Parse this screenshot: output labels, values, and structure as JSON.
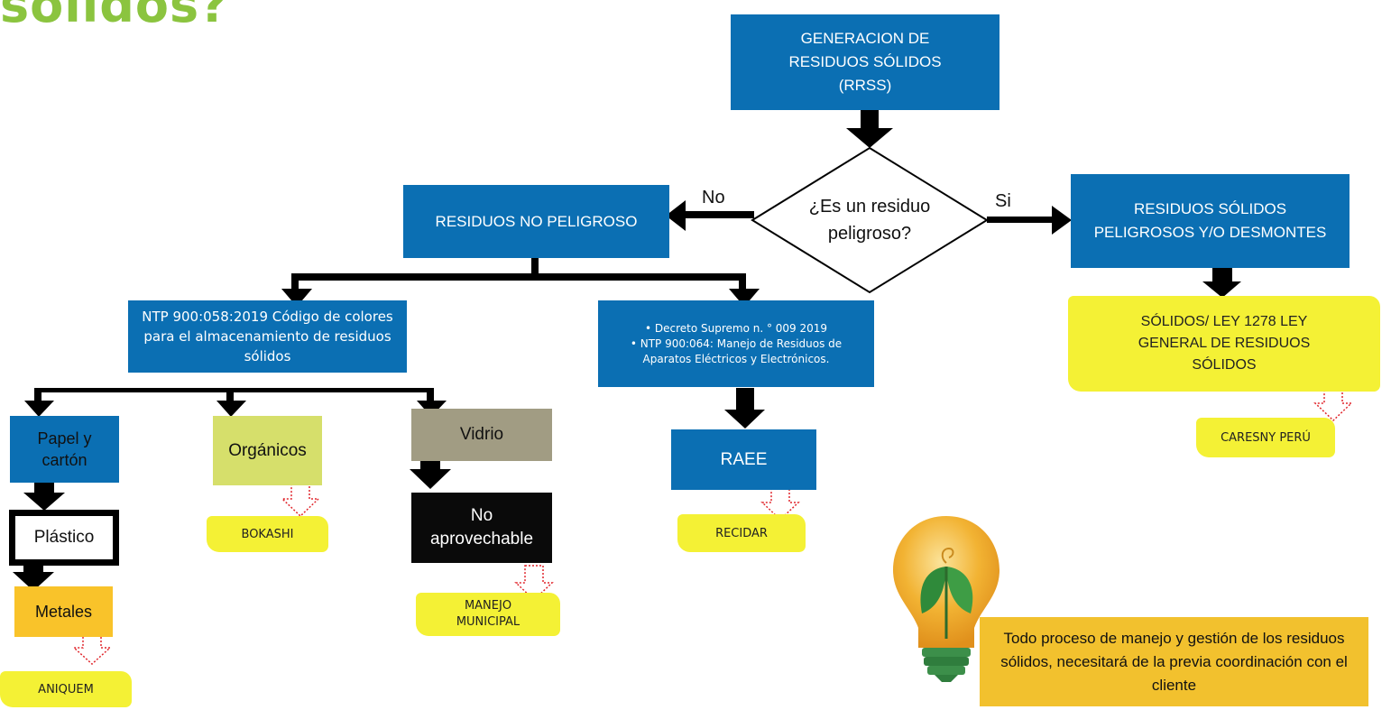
{
  "title": "sólidos?",
  "nodes": {
    "generacion": "GENERACION DE RESIDUOS SÓLIDOS (RRSS)",
    "decision": "¿Es un residuo peligroso?",
    "no_label": "No",
    "si_label": "Si",
    "no_peligroso": "RESIDUOS NO PELIGROSO",
    "peligrosos": "RESIDUOS SÓLIDOS PELIGROSOS  Y/O DESMONTES",
    "ntp_058": "NTP 900:058:2019 Código de colores para el almacenamiento de residuos sólidos",
    "decreto_1": "Decreto Supremo n. ° 009 2019",
    "decreto_2": "NTP 900:064: Manejo de Residuos de Aparatos Eléctricos y Electrónicos.",
    "ley": "SÓLIDOS/ LEY 1278 LEY GENERAL DE RESIDUOS SÓLIDOS",
    "papel": "Papel y cartón",
    "organicos": "Orgánicos",
    "vidrio": "Vidrio",
    "raee": "RAEE",
    "plastico": "Plástico",
    "no_aprovechable": "No aprovechable",
    "metales": "Metales"
  },
  "tags": {
    "caresny": "CARESNY PERÚ",
    "bokashi": "BOKASHI",
    "recidar": "RECIDAR",
    "manejo": "MANEJO MUNICIPAL",
    "aniquem": "ANIQUEM"
  },
  "note": "Todo  proceso de manejo y gestión de los residuos sólidos, necesitará de la previa coordinación con el cliente",
  "icons": {
    "bulb": "lightbulb-leaf-icon"
  },
  "colors": {
    "blue": "#0b6fb3",
    "yellow": "#f4f135",
    "olive": "#d6df6b",
    "gray": "#a19c83",
    "amber": "#f9c32a",
    "note_bg": "#f2c12e"
  }
}
